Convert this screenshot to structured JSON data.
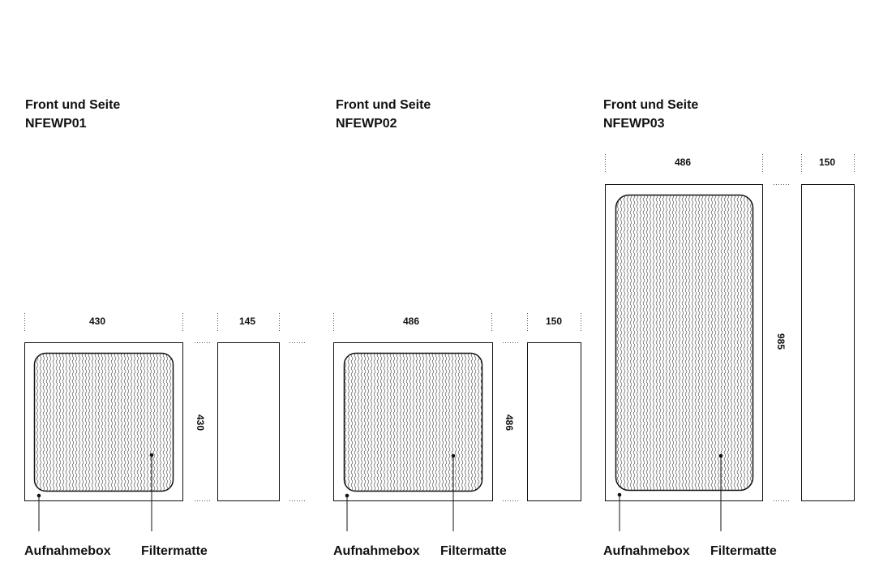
{
  "products": [
    {
      "title_line1": "Front und Seite",
      "title_line2": "NFEWP01",
      "front_width": "430",
      "side_width": "145",
      "height": "430",
      "label_box": "Aufnahmebox",
      "label_filter": "Filtermatte"
    },
    {
      "title_line1": "Front und Seite",
      "title_line2": "NFEWP02",
      "front_width": "486",
      "side_width": "150",
      "height": "486",
      "label_box": "Aufnahmebox",
      "label_filter": "Filtermatte"
    },
    {
      "title_line1": "Front und Seite",
      "title_line2": "NFEWP03",
      "front_width": "486",
      "side_width": "150",
      "height": "985",
      "label_box": "Aufnahmebox",
      "label_filter": "Filtermatte"
    }
  ],
  "colors": {
    "line": "#111111",
    "dotted": "#555555",
    "hatch": "#444444"
  }
}
